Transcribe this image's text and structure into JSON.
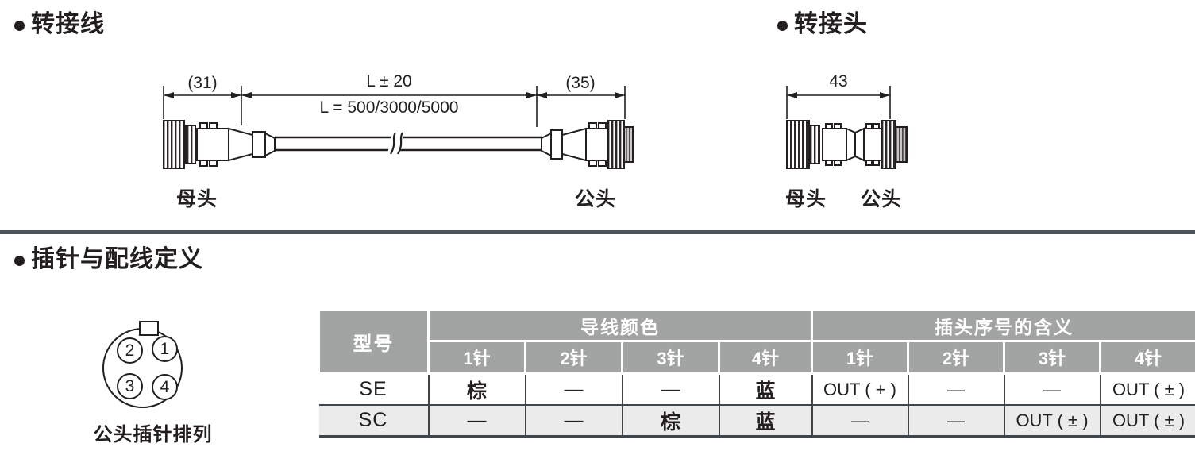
{
  "sections": {
    "adapter_cable_title": "转接线",
    "adapter_head_title": "转接头",
    "pin_definition_title": "插针与配线定义"
  },
  "cable_diagram": {
    "dim_left": "(31)",
    "dim_mid": "L ± 20",
    "dim_mid_sub": "L = 500/3000/5000",
    "dim_right": "(35)",
    "label_female": "母头",
    "label_male": "公头"
  },
  "head_diagram": {
    "dim": "43",
    "label_female": "母头",
    "label_male": "公头"
  },
  "pin_diagram": {
    "pin_top_left": "2",
    "pin_top_right": "1",
    "pin_bottom_left": "3",
    "pin_bottom_right": "4",
    "caption": "公头插针排列"
  },
  "table": {
    "col_model": "型号",
    "group_wire_color": "导线颜色",
    "group_plug_meaning": "插头序号的含义",
    "pin_headers": [
      "1针",
      "2针",
      "3针",
      "4针"
    ],
    "rows": [
      {
        "model": "SE",
        "wire": [
          "棕",
          "—",
          "—",
          "蓝"
        ],
        "meaning": [
          "OUT ( + )",
          "—",
          "—",
          "OUT ( ± )"
        ]
      },
      {
        "model": "SC",
        "wire": [
          "—",
          "—",
          "棕",
          "蓝"
        ],
        "meaning": [
          "—",
          "—",
          "OUT ( ± )",
          "OUT ( ± )"
        ]
      }
    ]
  },
  "colors": {
    "ink": "#231f20",
    "table_header_bg": "#a2a3a3",
    "table_alt_row_bg": "#ebebeb",
    "table_border": "#3e454b",
    "divider": "#4d545b"
  }
}
